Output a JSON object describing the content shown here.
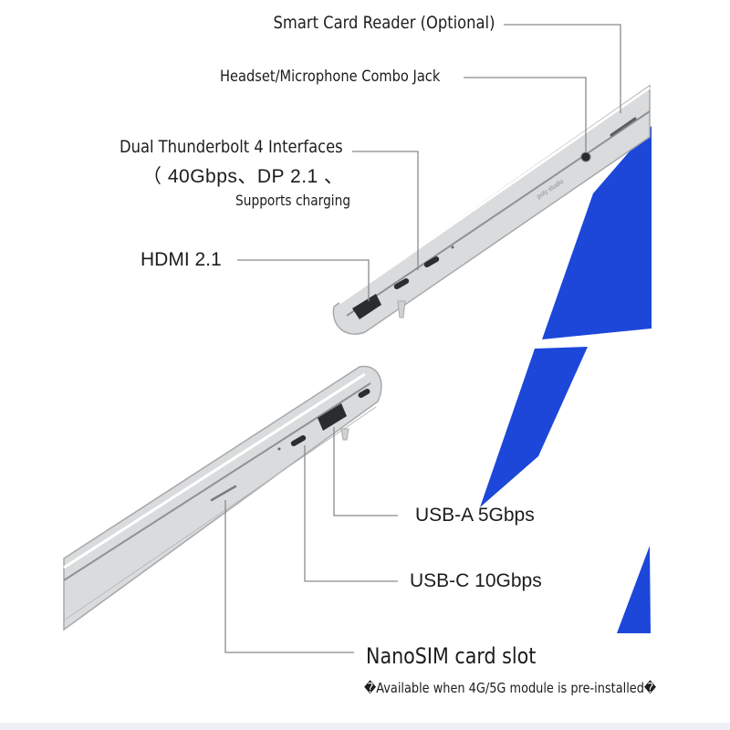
{
  "labels": {
    "smart_card": "Smart Card Reader (Optional)",
    "headset_jack": "Headset/Microphone Combo Jack",
    "thunderbolt_title": "Dual Thunderbolt 4 Interfaces",
    "thunderbolt_spec": "（ 40Gbps、DP 2.1 、",
    "thunderbolt_charging": "Supports charging",
    "hdmi": "HDMI 2.1",
    "usb_a": "USB-A 5Gbps",
    "usb_c": "USB-C 10Gbps",
    "nanosim": "NanoSIM card slot",
    "nanosim_note": "�Available when 4G/5G module is pre-installed�"
  },
  "device": {
    "brand_text": "poly studio"
  },
  "colors": {
    "accent_blue": "#1c47d9",
    "chassis": "#d9dbdd",
    "chassis_edge": "#9c9ea1",
    "leader_line": "#8a8a8a",
    "text": "#1c1c1c"
  }
}
